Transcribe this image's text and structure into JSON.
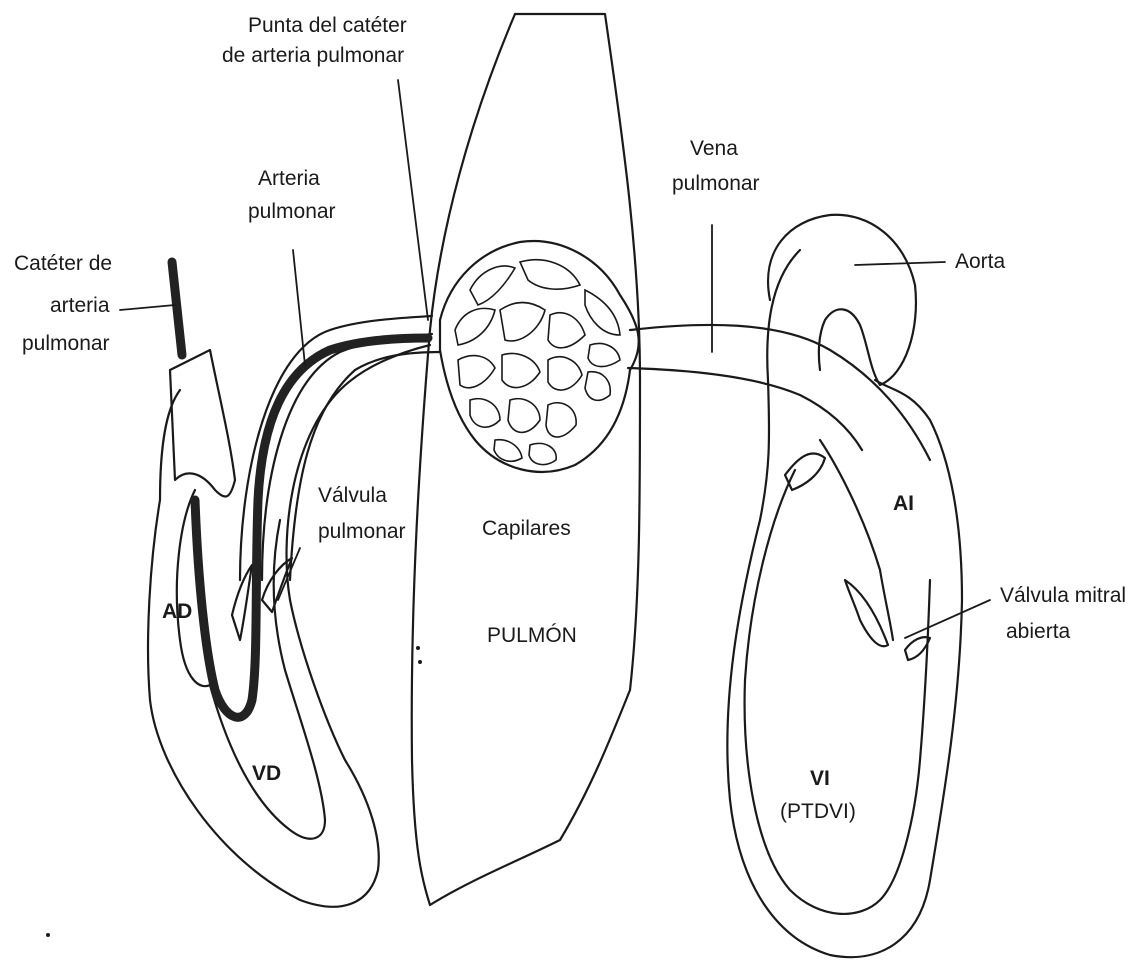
{
  "labels": {
    "catheter_tip_line1": "Punta del catéter",
    "catheter_tip_line2": "de arteria pulmonar",
    "pulmonary_artery_line1": "Arteria",
    "pulmonary_artery_line2": "pulmonar",
    "catheter_line1": "Catéter de",
    "catheter_line2": "arteria",
    "catheter_line3": "pulmonar",
    "pulmonary_vein_line1": "Vena",
    "pulmonary_vein_line2": "pulmonar",
    "aorta": "Aorta",
    "pulmonary_valve_line1": "Válvula",
    "pulmonary_valve_line2": "pulmonar",
    "capillaries": "Capilares",
    "lung": "PULMÓN",
    "right_atrium": "AD",
    "right_ventricle": "VD",
    "left_atrium": "AI",
    "mitral_valve_line1": "Válvula mitral",
    "mitral_valve_line2": "abierta",
    "left_ventricle": "VI",
    "lvedp": "(PTDVI)"
  }
}
